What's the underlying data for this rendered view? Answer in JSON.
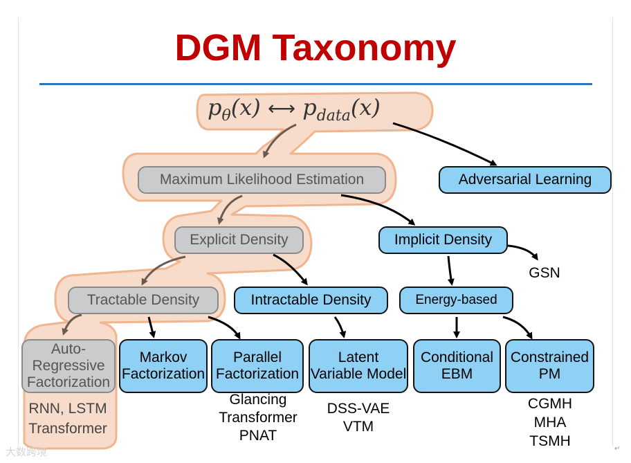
{
  "title": "DGM Taxonomy",
  "formula": {
    "left_base": "p",
    "left_sub": "θ",
    "left_arg": "(x)",
    "arrow": "⟷",
    "right_base": "p",
    "right_sub": "data",
    "right_arg": "(x)"
  },
  "nodes": {
    "mle": "Maximum Likelihood Estimation",
    "adversarial": "Adversarial Learning",
    "explicit": "Explicit Density",
    "implicit": "Implicit Density",
    "gsn": "GSN",
    "tractable": "Tractable Density",
    "intractable": "Intractable Density",
    "energy": "Energy-based",
    "autoregressive": [
      "Auto-",
      "Regressive",
      "Factorization"
    ],
    "markov": [
      "Markov",
      "Factorization"
    ],
    "parallel": [
      "Parallel",
      "Factorization"
    ],
    "latent": [
      "Latent",
      "Variable Model"
    ],
    "conditional": [
      "Conditional",
      "EBM"
    ],
    "constrained": [
      "Constrained",
      "PM"
    ]
  },
  "examples": {
    "autoregressive": [
      "RNN, LSTM",
      "Transformer"
    ],
    "parallel": [
      "Glancing",
      "Transformer",
      "PNAT"
    ],
    "latent": [
      "DSS-VAE",
      "VTM"
    ],
    "constrained": [
      "CGMH",
      "MHA",
      "TSMH"
    ]
  },
  "watermark": "大数跨境",
  "return_mark": "↵",
  "colors": {
    "title": "#c00000",
    "node_fill": "#8fd0f5",
    "highlight": "#f7dccb",
    "highlight_edge": "#f0b48e",
    "rule": "#2e75b6"
  }
}
